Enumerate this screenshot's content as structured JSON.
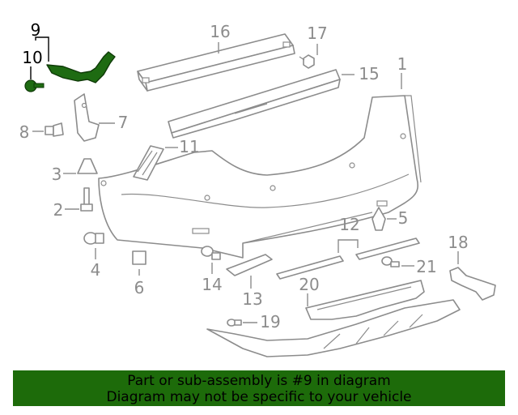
{
  "callouts": [
    "9",
    "10",
    "16",
    "17",
    "15",
    "1",
    "7",
    "8",
    "11",
    "3",
    "2",
    "4",
    "6",
    "14",
    "13",
    "12",
    "5",
    "18",
    "21",
    "20",
    "19"
  ],
  "highlighted_part": "9",
  "banner": {
    "line1": "Part or sub-assembly is #9 in diagram",
    "line2": "Diagram may not be specific to your vehicle"
  },
  "colors": {
    "highlight": "#1e6b12",
    "banner": "#1d6b0a",
    "linework": "#8c8c8c"
  }
}
